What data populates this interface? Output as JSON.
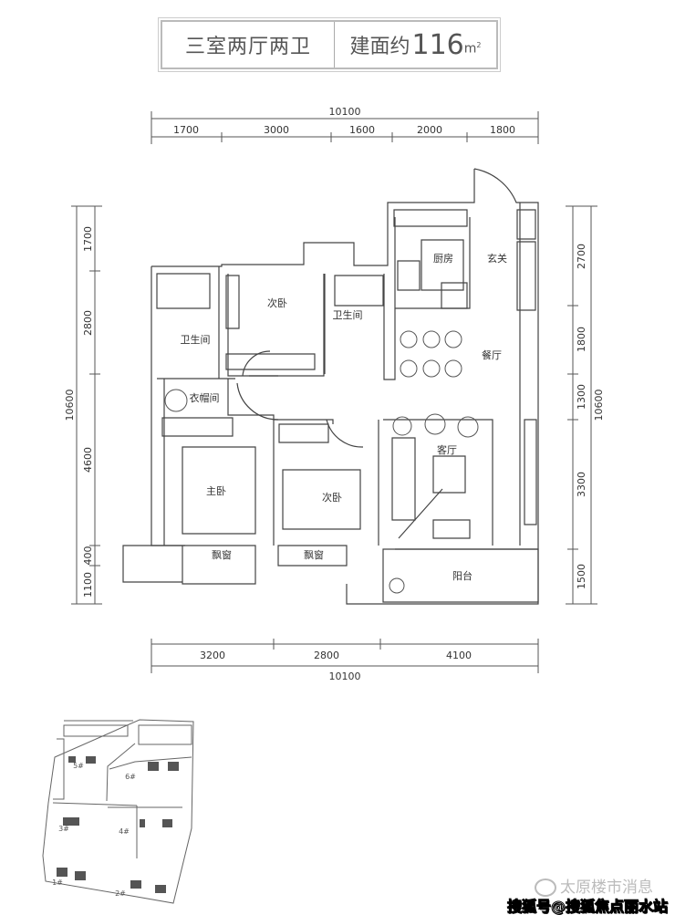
{
  "header": {
    "layout": "三室两厅两卫",
    "area_prefix": "建面约",
    "area_value": "116",
    "area_unit": "m",
    "area_unit_sup": "2"
  },
  "dimensions": {
    "top_total": "10100",
    "top_segments": [
      "1700",
      "3000",
      "1600",
      "2000",
      "1800"
    ],
    "bottom_segments": [
      "3200",
      "2800",
      "4100"
    ],
    "bottom_total": "10100",
    "left_total": "10600",
    "left_segments": [
      "1700",
      "2800",
      "4600",
      "400",
      "1100"
    ],
    "right_total": "10600",
    "right_segments": [
      "2700",
      "1800",
      "1300",
      "3300",
      "1500"
    ]
  },
  "rooms": {
    "kitchen": "厨房",
    "entrance": "玄关",
    "bedroom2": "次卧",
    "bathroom1": "卫生间",
    "bathroom2": "卫生间",
    "dining": "餐厅",
    "cloakroom": "衣帽间",
    "living": "客厅",
    "master": "主卧",
    "bedroom3": "次卧",
    "bay1": "飘窗",
    "bay2": "飘窗",
    "balcony": "阳台"
  },
  "site_plan": {
    "buildings": [
      "5#",
      "6#",
      "3#",
      "4#",
      "1#",
      "2#"
    ]
  },
  "watermark": {
    "line1": "太原楼市消息",
    "line2": "搜狐号@搜狐焦点丽水站"
  }
}
